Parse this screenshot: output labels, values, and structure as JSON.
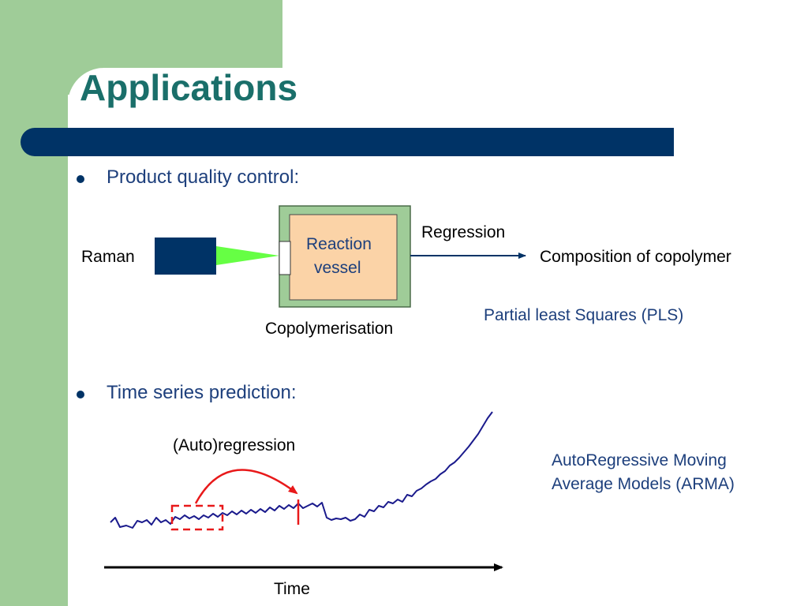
{
  "slide": {
    "title": "Applications"
  },
  "bullets": [
    {
      "text": "Product quality control:"
    },
    {
      "text": "Time series prediction:"
    }
  ],
  "diagram": {
    "raman_label": "Raman",
    "vessel_lines": [
      "Reaction",
      "vessel"
    ],
    "copolymerisation_label": "Copolymerisation",
    "regression_label": "Regression",
    "output_label": "Composition of copolymer",
    "method_note": "Partial least Squares (PLS)"
  },
  "timeseries": {
    "autoregression_label": "(Auto)regression",
    "arma_note_lines": [
      "AutoRegressive Moving",
      "Average Models (ARMA)"
    ],
    "axis_label": "Time"
  },
  "colors": {
    "navy": "#003366",
    "teal_title": "#1a6f6a",
    "text_blue": "#1d3f7c",
    "green_band": "#9fcc98",
    "vessel_outer": "#9fcc98",
    "vessel_inner": "#fbd3a7",
    "beam": "#66ff44",
    "accent_red": "#e8191a",
    "series_line": "#1a1a8c"
  }
}
